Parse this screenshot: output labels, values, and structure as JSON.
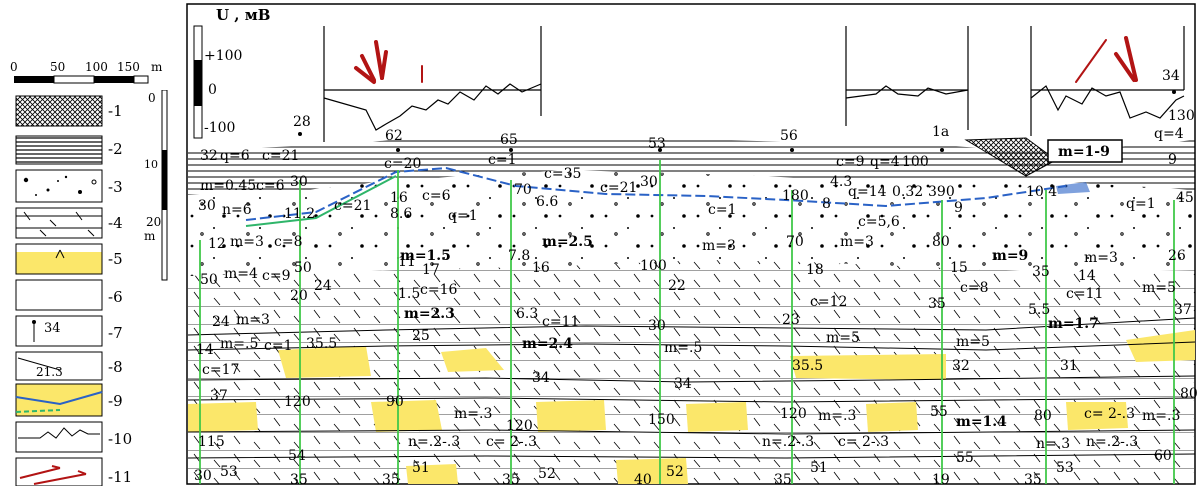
{
  "scale": {
    "ticks": [
      "0",
      "50",
      "100",
      "150",
      "m"
    ]
  },
  "depth_axis": {
    "ticks": [
      "0",
      "10",
      "20"
    ],
    "unit": "m"
  },
  "legend": {
    "items": [
      {
        "num": "-1",
        "pattern": "cross-hatch"
      },
      {
        "num": "-2",
        "pattern": "horizontal-lines"
      },
      {
        "num": "-3",
        "pattern": "dots-gravel"
      },
      {
        "num": "-4",
        "pattern": "clay-lines"
      },
      {
        "num": "-5",
        "pattern": "yellow-sand-lens"
      },
      {
        "num": "-6",
        "pattern": "blank"
      },
      {
        "num": "-7",
        "pattern": "borehole",
        "text": "34"
      },
      {
        "num": "-8",
        "pattern": "contact",
        "text": "21.3"
      },
      {
        "num": "-9",
        "pattern": "water-level"
      },
      {
        "num": "-10",
        "pattern": "potential-curve"
      },
      {
        "num": "-11",
        "pattern": "red-arrows"
      }
    ]
  },
  "chart": {
    "ylabel": "U , мВ",
    "yticks": [
      "+100",
      "0",
      "-100"
    ]
  },
  "boreholes": [
    {
      "id": "28"
    },
    {
      "id": "62"
    },
    {
      "id": "65"
    },
    {
      "id": "53"
    },
    {
      "id": "56"
    },
    {
      "id": "1a"
    },
    {
      "id": "34"
    }
  ],
  "labels": {
    "t_32": "32",
    "t_q6": "q=6",
    "t_c21a": "c=21",
    "t_c20": "c=20",
    "t_m045": "m=0.45",
    "t_c6": "c=6",
    "t_30a": "30",
    "t_30b": "30",
    "t_n6": "n=6",
    "t_112": "11.2",
    "t_c1a": "c=1",
    "t_c35": "c=35",
    "t_c21b": "c=21",
    "t_30c": "30",
    "t_c9": "c=9",
    "t_q4": "q=4",
    "t_100a": "100",
    "t_m19": "m=1-9",
    "t_43": "4.3",
    "t_180": "180",
    "t_8a": "8",
    "t_q14": "q=14",
    "t_032": "0.32",
    "t_390": "390",
    "t_104": "10 4",
    "t_c21c": "c=21",
    "t_16a": "16",
    "t_c6b": "c=6",
    "t_86": "8.6",
    "t_q1": "q=1",
    "t_70a": "70",
    "t_66": "6.6",
    "t_c1b": "c=1",
    "t_c56": "c=5,6",
    "t_9a": "9",
    "t_45": "45",
    "t_q1b": "q=1",
    "t_12": "12",
    "t_m3a": "m=3",
    "t_c8": "c=8",
    "t_m15": "m=1.5",
    "t_11": "11",
    "t_78": "7.8",
    "t_m25": "m=2.5",
    "t_m3b": "m=3",
    "t_70b": "70",
    "t_m3c": "m=3",
    "t_80a": "80",
    "t_m9": "m=9",
    "t_35a": "35",
    "t_m3d": "m=3",
    "t_26": "26",
    "t_50a": "50",
    "t_m4": "m=4",
    "t_c9b": "c=9",
    "t_50b": "50",
    "t_17a": "17",
    "t_16b": "16",
    "t_100b": "100",
    "t_18": "18",
    "t_15": "15",
    "t_14": "14",
    "t_24a": "24",
    "t_20": "20",
    "t_15b": "1.5",
    "t_c16": "c=16",
    "t_22": "22",
    "t_c12": "c=12",
    "t_c8b": "c=8",
    "t_c11a": "c=11",
    "t_m5a": "m=5",
    "t_24b": "24",
    "t_m3e": "m=3",
    "t_m23": "m=2.3",
    "t_63": "6.3",
    "t_c11b": "c=11",
    "t_30d": "30",
    "t_23": "23",
    "t_35b": "35",
    "t_55a": "5.5",
    "t_37a": "37",
    "t_14b": "14",
    "t_m5b": "m=.5",
    "t_c1c": "c=1",
    "t_355a": "35.5",
    "t_25": "25",
    "t_m24": "m=2.4",
    "t_m5c": "m=.5",
    "t_m5d": "m=5",
    "t_m5e": "m=5",
    "t_m17": "m=1.7",
    "t_c17": "c=17",
    "t_355b": "35.5",
    "t_32b": "32",
    "t_31": "31",
    "t_37b": "37",
    "t_34": "34",
    "t_34b": "34",
    "t_120a": "120",
    "t_90": "90",
    "t_m3f": "m=.3",
    "t_120b": "120",
    "t_150": "150",
    "t_120c": "120",
    "t_m3g": "m=.3",
    "t_55b": "55",
    "t_m14": "m=1.4",
    "t_80b": "80",
    "t_c23a": "c= 2-.3",
    "t_m3h": "m=.3",
    "t_80c": "80",
    "t_115": "115",
    "t_n23a": "n=.2-.3",
    "t_c23b": "c= 2-.3",
    "t_n23b": "n=.2-.3",
    "t_c23c": "c= 2-.3",
    "t_n3": "n=.3",
    "t_n23c": "n=.2-.3",
    "t_54": "54",
    "t_30e": "30",
    "t_53a": "53",
    "t_35c": "35",
    "t_35d": "35",
    "t_51a": "51",
    "t_35e": "35",
    "t_52a": "52",
    "t_40": "40",
    "t_52b": "52",
    "t_35f": "35",
    "t_51b": "51",
    "t_19": "19",
    "t_55c": "55",
    "t_35g": "35",
    "t_53b": "53",
    "t_60": "60",
    "t_130": "130",
    "t_q4b": "q=4",
    "t_9b": "9"
  },
  "colors": {
    "sand": "#fbe76a",
    "borehole_line": "#42c84a",
    "water_dash": "#2a62c6",
    "water_green": "#2fb56a",
    "arrow": "#b21414"
  }
}
